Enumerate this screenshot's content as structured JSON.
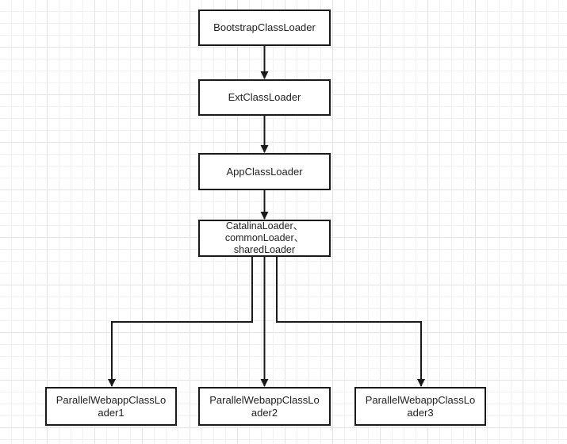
{
  "nodes": {
    "bootstrap": "BootstrapClassLoader",
    "ext": "ExtClassLoader",
    "app": "AppClassLoader",
    "catalina": "CatalinaLoader、\ncommonLoader、\nsharedLoader",
    "webapp1": "ParallelWebappClassLo\nader1",
    "webapp2": "ParallelWebappClassLo\nader2",
    "webapp3": "ParallelWebappClassLo\nader3"
  },
  "colors": {
    "stroke": "#1a1a1a",
    "text": "#222222",
    "background": "#ffffff",
    "grid": "#e4e4e4"
  }
}
